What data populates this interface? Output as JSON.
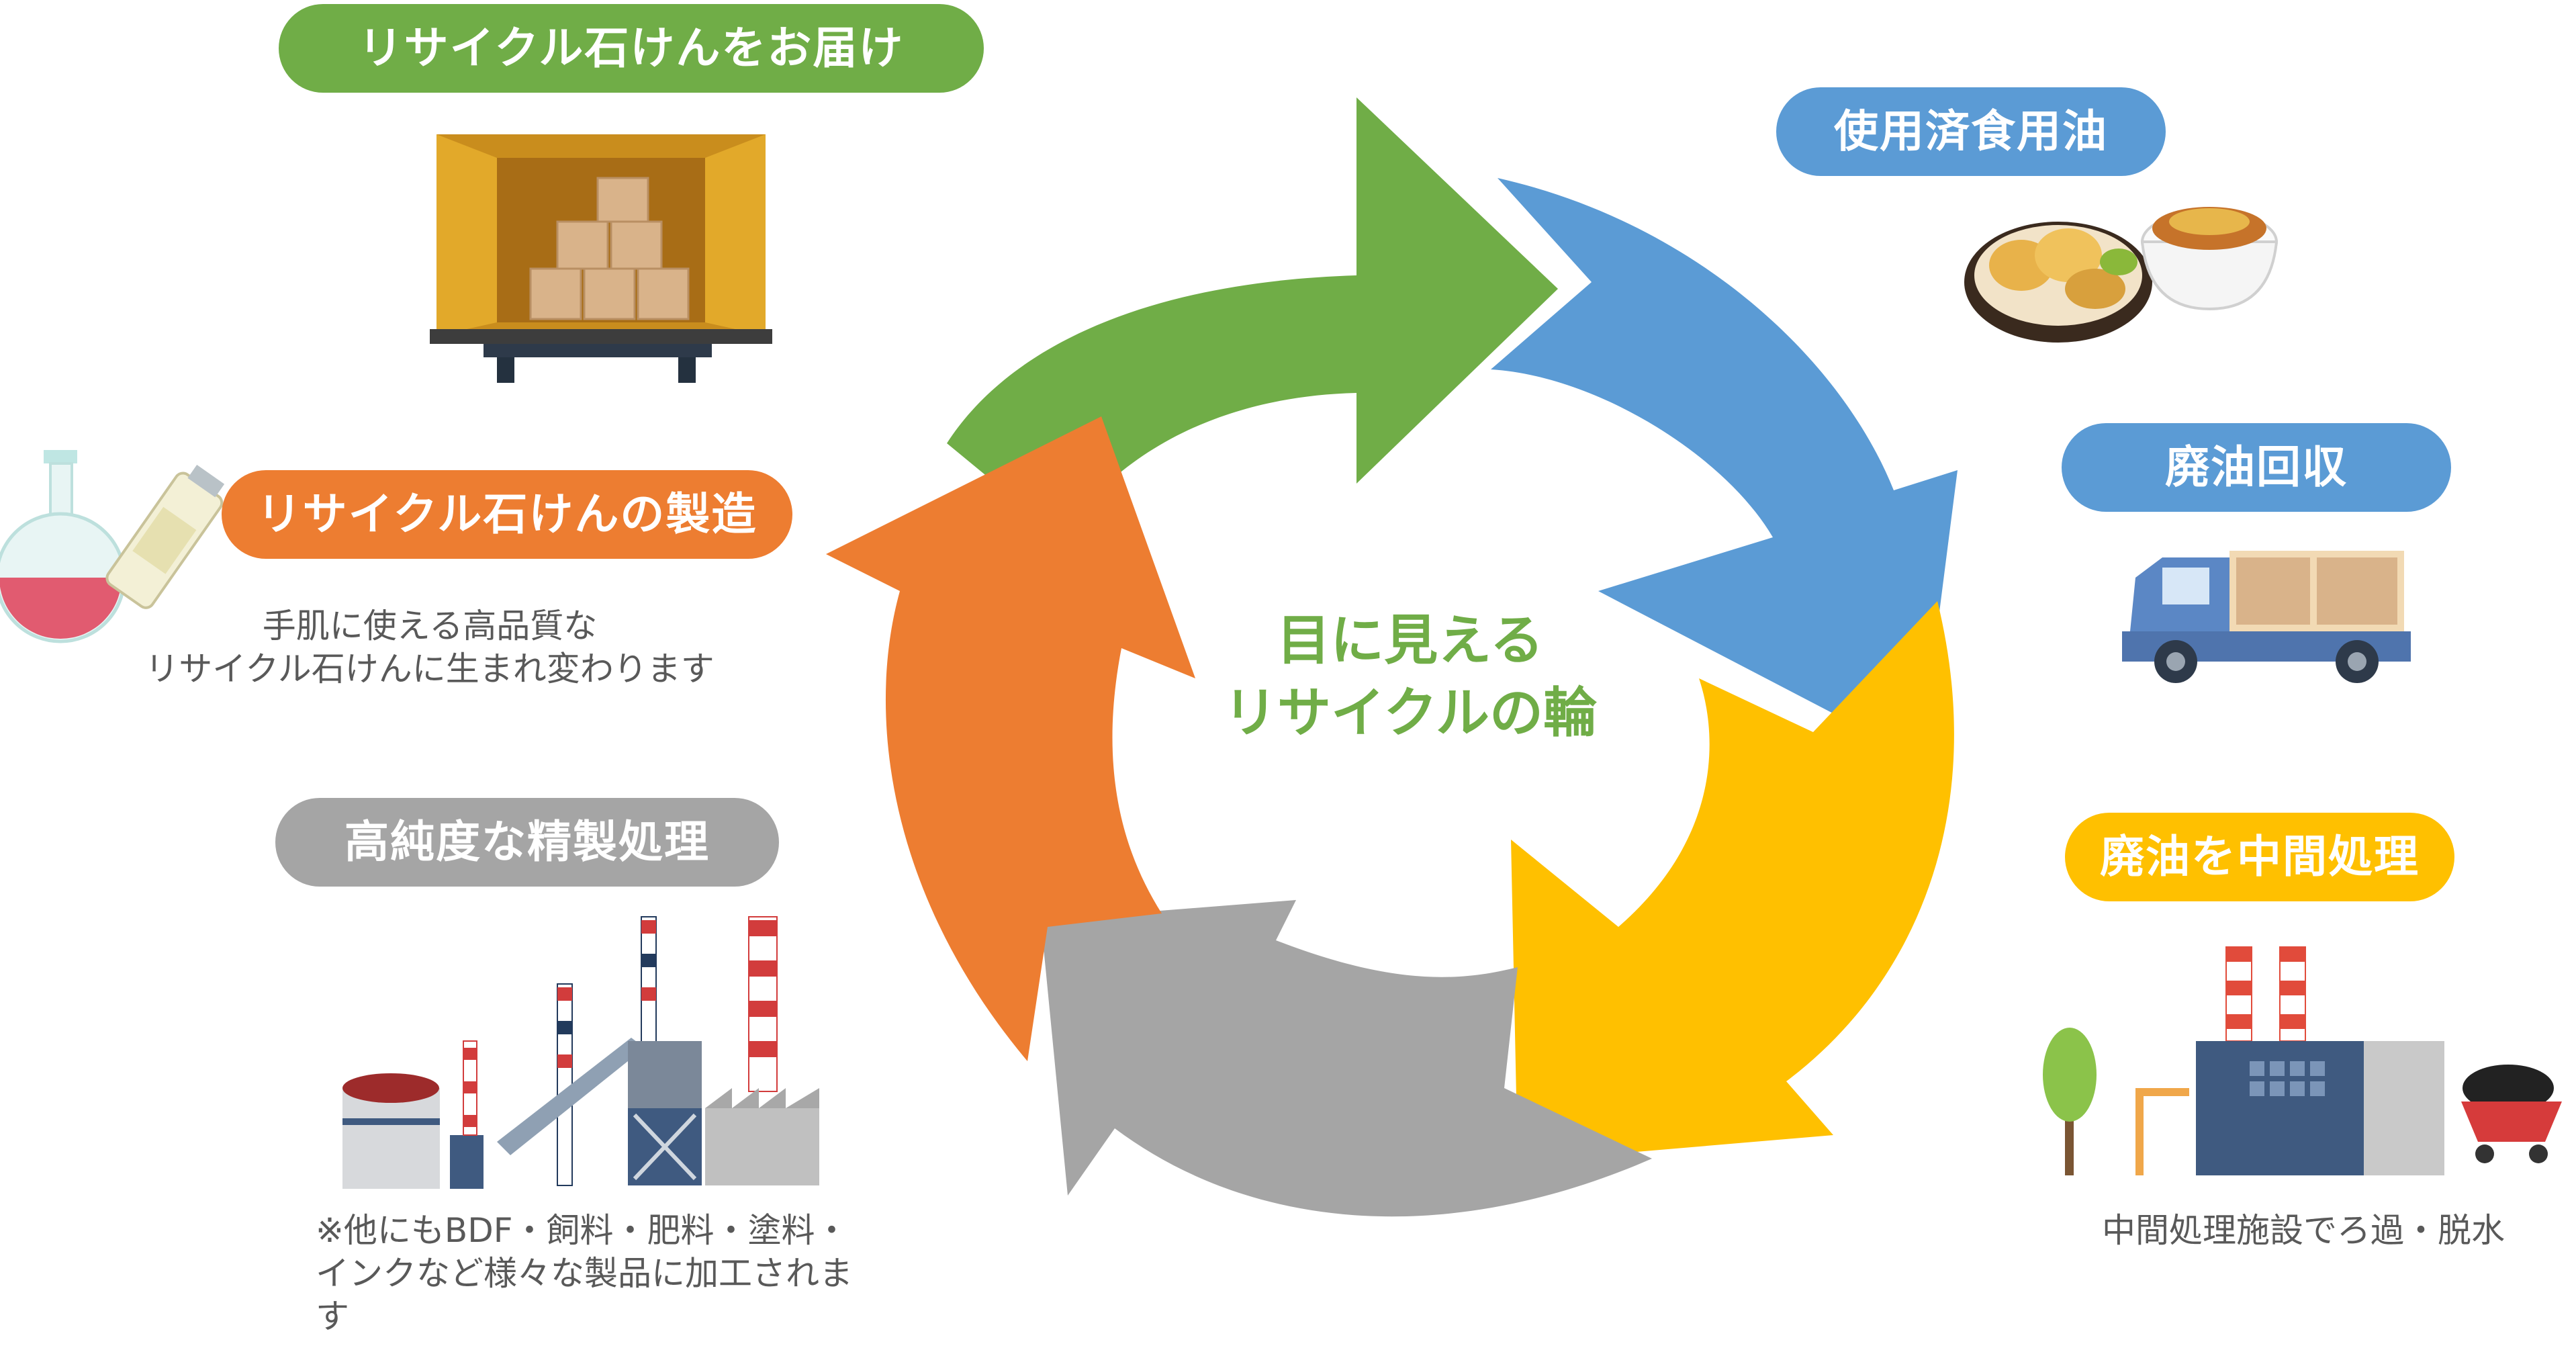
{
  "center": {
    "line1": "目に見える",
    "line2": "リサイクルの輪"
  },
  "steps": {
    "delivery": {
      "label": "リサイクル石けんをお届け"
    },
    "used_oil": {
      "label": "使用済食用油"
    },
    "collection": {
      "label": "廃油回収"
    },
    "intermediate": {
      "label": "廃油を中間処理",
      "note": "中間処理施設でろ過・脱水"
    },
    "refining": {
      "label": "高純度な精製処理",
      "note_lines": [
        "※他にもBDF・飼料・肥料・塗料・",
        "インクなど様々な製品に加工されま",
        "す"
      ]
    },
    "manufacture": {
      "label": "リサイクル石けんの製造",
      "note_lines": [
        "手肌に使える高品質な",
        "リサイクル石けんに生まれ変わります"
      ]
    }
  },
  "colors": {
    "green": "#70ad47",
    "blue": "#5b9bd5",
    "yellow": "#ffc000",
    "gray": "#a5a5a5",
    "orange": "#ed7d31"
  },
  "icons": {
    "delivery": "truck-container-boxes-icon",
    "used_oil": "fried-food-plate-icon",
    "collection": "delivery-truck-icon",
    "intermediate": "factory-icon",
    "refining": "refinery-plant-icon",
    "manufacture": "flask-bottle-icon"
  }
}
